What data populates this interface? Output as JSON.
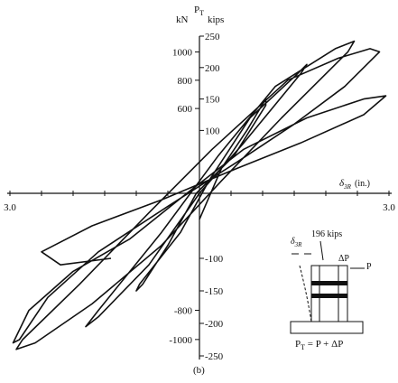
{
  "chart_data": {
    "type": "line",
    "panel_label": "(b)",
    "y_label": {
      "symbol": "P",
      "subscript": "T",
      "units_left": "kN",
      "units_right": "kips"
    },
    "x_label": {
      "symbol": "δ",
      "subscript": "3R",
      "units": "(in.)"
    },
    "xlim": [
      -3.0,
      3.0
    ],
    "ylim_kips": [
      -250,
      250
    ],
    "x_tick_labels": [
      "3.0",
      "3.0"
    ],
    "y_ticks_kips": [
      250,
      200,
      150,
      100,
      -100,
      -150,
      -200,
      -250
    ],
    "y_ticks_kN": [
      1000,
      800,
      600,
      -800,
      -1000
    ],
    "kips_per_kN": 0.2248,
    "series": [
      {
        "points": [
          [
            0.0,
            -40
          ],
          [
            0.35,
            40
          ],
          [
            0.75,
            100
          ],
          [
            1.05,
            150
          ],
          [
            1.05,
            140
          ],
          [
            0.55,
            60
          ],
          [
            -0.05,
            0
          ],
          [
            -0.5,
            -80
          ],
          [
            -0.9,
            -140
          ],
          [
            -1.0,
            -150
          ],
          [
            -0.95,
            -140
          ],
          [
            -0.3,
            -60
          ],
          [
            0.15,
            20
          ],
          [
            0.8,
            120
          ],
          [
            1.55,
            190
          ],
          [
            1.7,
            205
          ],
          [
            1.6,
            190
          ],
          [
            0.7,
            80
          ],
          [
            0.0,
            0
          ],
          [
            -0.8,
            -110
          ],
          [
            -1.6,
            -190
          ],
          [
            -1.8,
            -205
          ],
          [
            -1.6,
            -180
          ],
          [
            -0.6,
            -60
          ],
          [
            0.3,
            60
          ],
          [
            1.2,
            170
          ],
          [
            2.15,
            230
          ],
          [
            2.45,
            242
          ],
          [
            2.35,
            225
          ],
          [
            1.3,
            120
          ],
          [
            0.35,
            20
          ],
          [
            -0.6,
            -80
          ],
          [
            -1.7,
            -170
          ],
          [
            -2.6,
            -230
          ],
          [
            -2.9,
            -240
          ],
          [
            -2.8,
            -225
          ],
          [
            -1.9,
            -140
          ],
          [
            -0.8,
            -30
          ],
          [
            0.2,
            70
          ],
          [
            1.4,
            180
          ],
          [
            2.2,
            215
          ],
          [
            2.7,
            230
          ],
          [
            2.85,
            225
          ],
          [
            2.3,
            170
          ],
          [
            1.5,
            110
          ],
          [
            0.6,
            50
          ],
          [
            -0.5,
            -20
          ],
          [
            -1.6,
            -90
          ],
          [
            -2.4,
            -160
          ],
          [
            -2.85,
            -225
          ],
          [
            -2.95,
            -230
          ],
          [
            -2.7,
            -180
          ],
          [
            -2.0,
            -120
          ],
          [
            -1.1,
            -70
          ],
          [
            -0.2,
            0
          ],
          [
            0.7,
            70
          ],
          [
            1.7,
            120
          ],
          [
            2.6,
            150
          ],
          [
            2.95,
            155
          ],
          [
            2.6,
            125
          ],
          [
            1.6,
            80
          ],
          [
            0.6,
            40
          ],
          [
            -0.6,
            -10
          ],
          [
            -1.7,
            -50
          ],
          [
            -2.5,
            -90
          ],
          [
            -2.2,
            -110
          ],
          [
            -1.4,
            -100
          ]
        ]
      }
    ],
    "inset": {
      "label_load": "196 kips",
      "label_delta": "δ",
      "label_delta_sub": "3R",
      "label_dp": "ΔP",
      "label_p": "P",
      "formula": "P",
      "formula_sub": "T",
      "formula_rest": " = P + ΔP"
    }
  }
}
